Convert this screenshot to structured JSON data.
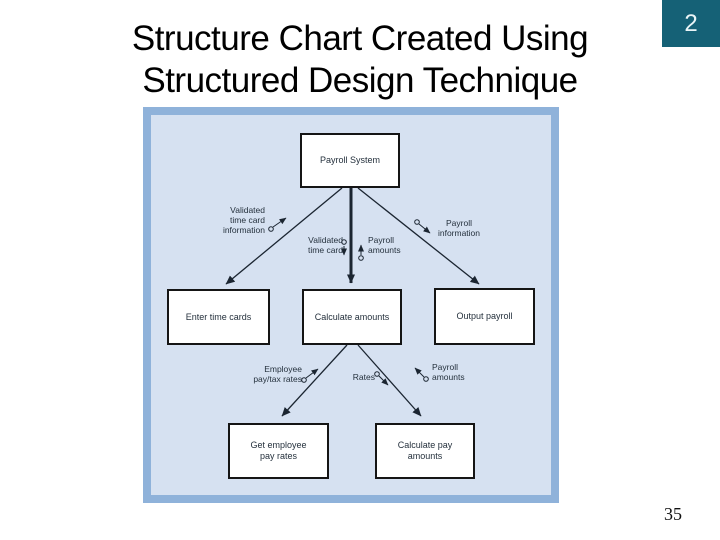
{
  "slide": {
    "title_line1": "Structure Chart Created Using",
    "title_line2": "Structured Design Technique",
    "chapter_badge": "2",
    "page_number": "35",
    "accent_color": "#156176"
  },
  "diagram": {
    "type": "structure-chart",
    "background_color": "#d6e1f1",
    "frame_color": "#8fb2da",
    "line_color": "#1b2531",
    "boxes": [
      {
        "id": "payroll-system",
        "label": "Payroll System"
      },
      {
        "id": "enter-time-cards",
        "label": "Enter time cards"
      },
      {
        "id": "calculate-amounts",
        "label": "Calculate amounts"
      },
      {
        "id": "output-payroll",
        "label": "Output payroll"
      },
      {
        "id": "get-employee-pay-rates",
        "label": "Get employee pay rates"
      },
      {
        "id": "calculate-pay-amounts",
        "label": "Calculate pay amounts"
      }
    ],
    "edges": [
      {
        "from": "Payroll System",
        "to": "Enter time cards"
      },
      {
        "from": "Payroll System",
        "to": "Calculate amounts"
      },
      {
        "from": "Payroll System",
        "to": "Output payroll"
      },
      {
        "from": "Calculate amounts",
        "to": "Get employee pay rates"
      },
      {
        "from": "Calculate amounts",
        "to": "Calculate pay amounts"
      }
    ],
    "flows": [
      {
        "label": "Validated time card information",
        "direction": "up"
      },
      {
        "label": "Validated time card",
        "direction": "down"
      },
      {
        "label": "Payroll amounts",
        "direction": "up"
      },
      {
        "label": "Payroll information",
        "direction": "down"
      },
      {
        "label": "Employee pay/tax rates",
        "direction": "up"
      },
      {
        "label": "Rates",
        "direction": "down"
      },
      {
        "label": "Payroll amounts",
        "direction": "up"
      }
    ]
  }
}
